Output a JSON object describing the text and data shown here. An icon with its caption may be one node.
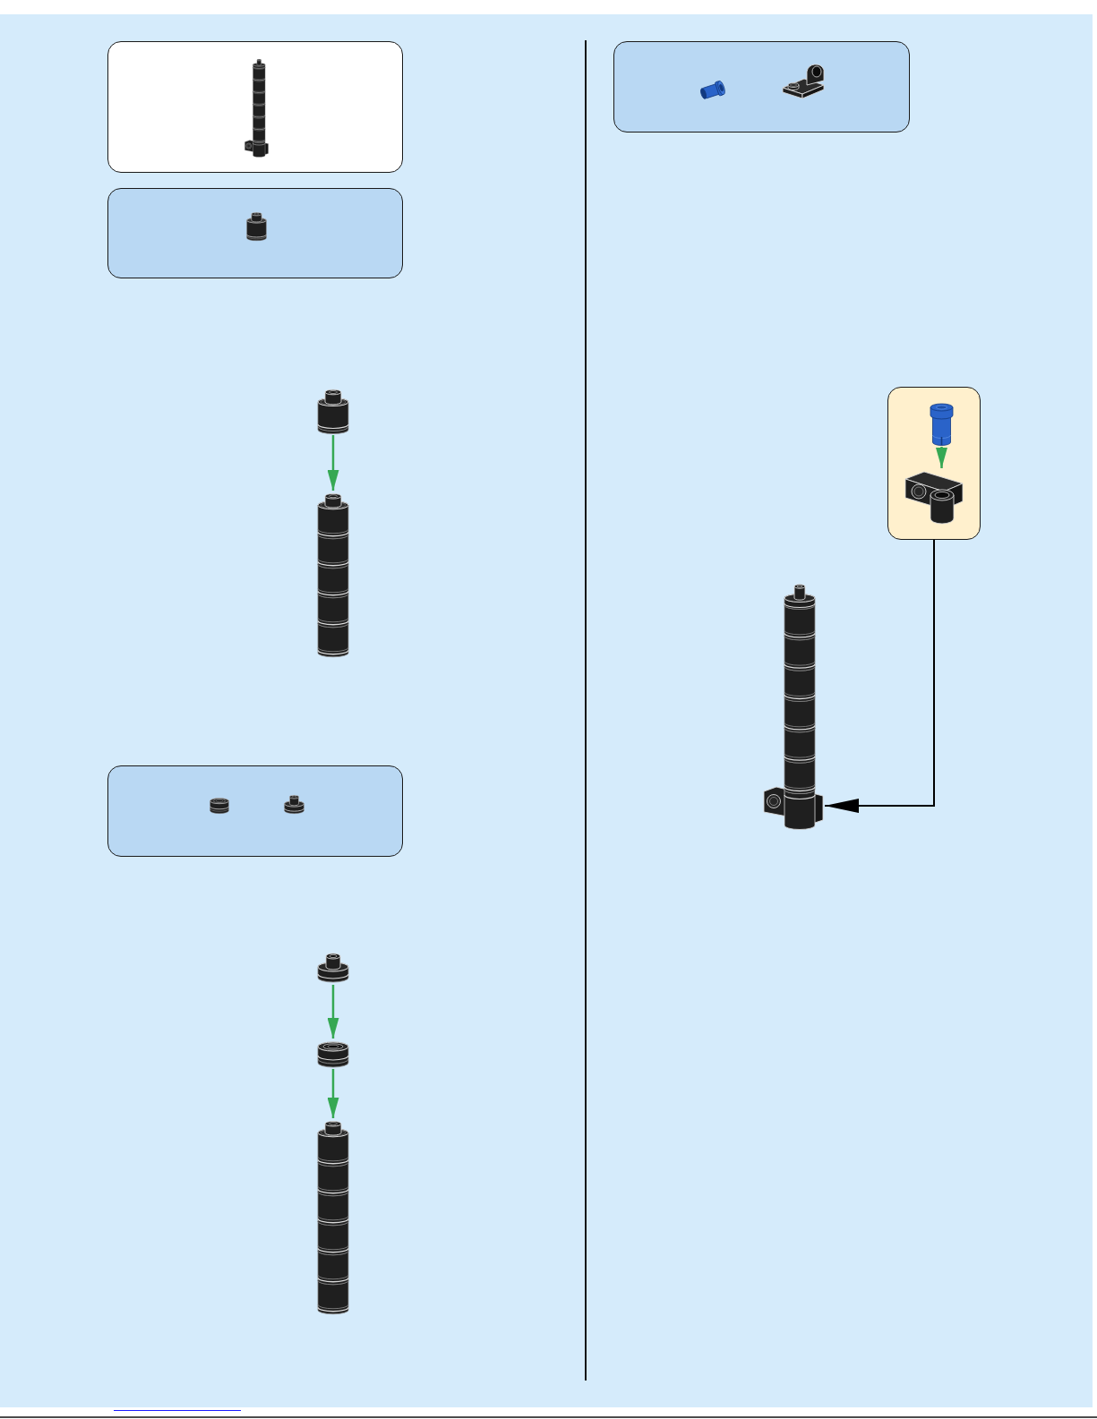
{
  "diagram": {
    "nodes": [
      {
        "text": [],
        "shape": "box"
      },
      {
        "text": [],
        "shape": "box"
      },
      {
        "text": [],
        "shape": "picture"
      },
      {
        "text": [],
        "shape": "picture"
      },
      {
        "text": [],
        "shape": "box"
      },
      {
        "text": [],
        "shape": "picture"
      },
      {
        "text": [],
        "shape": "picture"
      },
      {
        "text": [],
        "shape": "picture"
      },
      {
        "text": [],
        "shape": "box"
      },
      {
        "text": [],
        "shape": "box"
      },
      {
        "text": [],
        "shape": "picture",
        "in": 9
      },
      {
        "text": [],
        "shape": "picture",
        "in": 9
      },
      {
        "text": [],
        "shape": "picture"
      }
    ],
    "edges": [
      {
        "from": 2,
        "to": 3,
        "arrow": "to"
      },
      {
        "from": 5,
        "to": 6,
        "arrow": "to"
      },
      {
        "from": 6,
        "to": 7,
        "arrow": "to"
      },
      {
        "from": 10,
        "to": 11,
        "arrow": "to"
      },
      {
        "from": 9,
        "to": 12,
        "arrow": "to",
        "color": "#000000"
      }
    ]
  }
}
